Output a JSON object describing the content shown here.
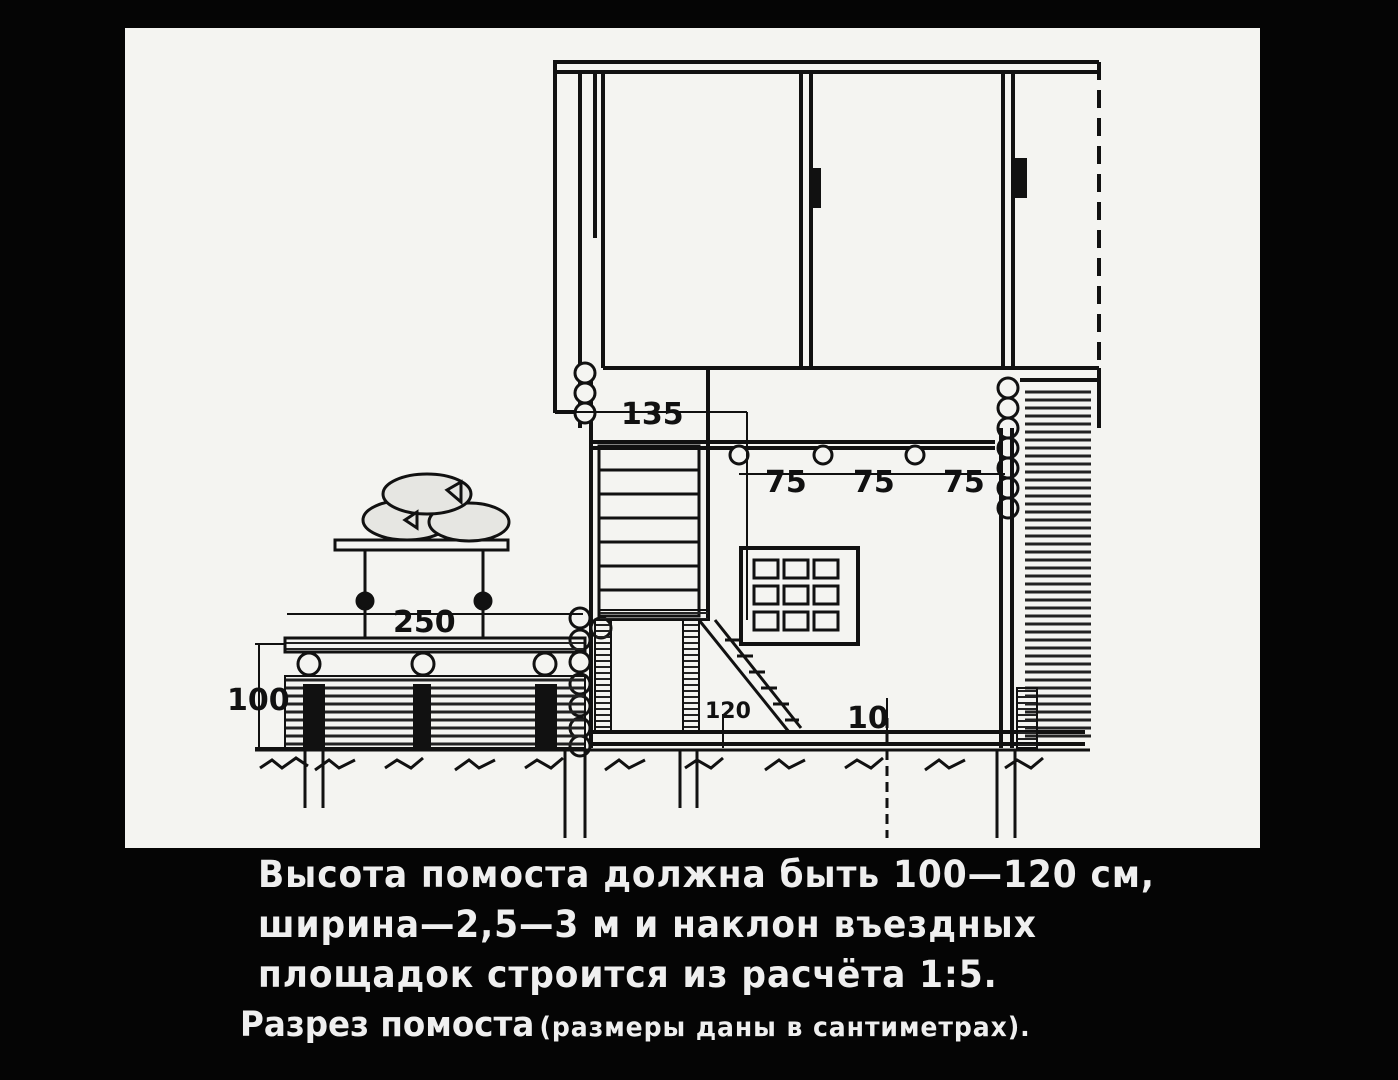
{
  "diagram": {
    "dimensions": {
      "d135": "135",
      "d75a": "75",
      "d75b": "75",
      "d75c": "75",
      "d250": "250",
      "d100": "100",
      "d120": "120",
      "d10": "10"
    }
  },
  "caption": {
    "line1": "Высота помоста должна быть 100—120 см,",
    "line2": "ширина—2,5—3 м и наклон въездных",
    "line3": "площадок строится из расчёта 1:5.",
    "subtitle_main": "Разрез помоста",
    "subtitle_note": "(размеры даны в сантиметрах)."
  },
  "colors": {
    "background": "#050505",
    "paper": "#f4f4f1",
    "ink": "#111111",
    "caption_text": "#efefef"
  }
}
